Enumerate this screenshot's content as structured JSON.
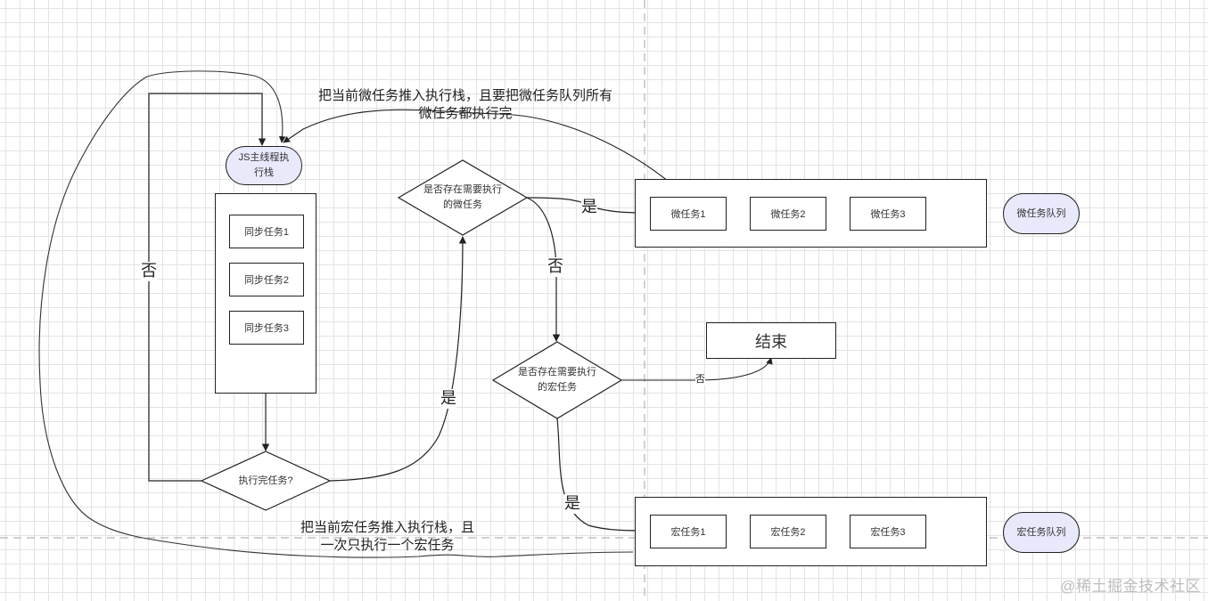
{
  "diagram": {
    "title": "JS event loop flowchart",
    "watermark": "@稀土掘金技术社区",
    "nodes": {
      "js_stack": "JS主线程执行栈",
      "js_stack_line1": "JS主线程执",
      "js_stack_line2": "行栈",
      "sync_tasks": [
        "同步任务1",
        "同步任务2",
        "同步任务3"
      ],
      "decision_done": "执行完任务?",
      "decision_micro_line1": "是否存在需要执行",
      "decision_micro_line2": "的微任务",
      "decision_macro_line1": "是否存在需要执行",
      "decision_macro_line2": "的宏任务",
      "micro_tasks": [
        "微任务1",
        "微任务2",
        "微任务3"
      ],
      "micro_queue": "微任务队列",
      "macro_tasks": [
        "宏任务1",
        "宏任务2",
        "宏任务3"
      ],
      "macro_queue": "宏任务队列",
      "end": "结束"
    },
    "edge_labels": {
      "no_loop_back": "否",
      "yes_to_micro_check": "是",
      "yes_micro": "是",
      "no_micro": "否",
      "no_macro": "否",
      "yes_macro": "是",
      "micro_push_line1": "把当前微任务推入执行栈，且要把微任务队列所有",
      "micro_push_line2": "微任务都执行完",
      "macro_push_line1": "把当前宏任务推入执行栈，且",
      "macro_push_line2": "一次只执行一个宏任务"
    },
    "colors": {
      "stroke": "#222222",
      "pill_fill": "#e8e9fb",
      "grid": "#e3e3e3",
      "dashed_guide": "#b5b5b5"
    }
  }
}
